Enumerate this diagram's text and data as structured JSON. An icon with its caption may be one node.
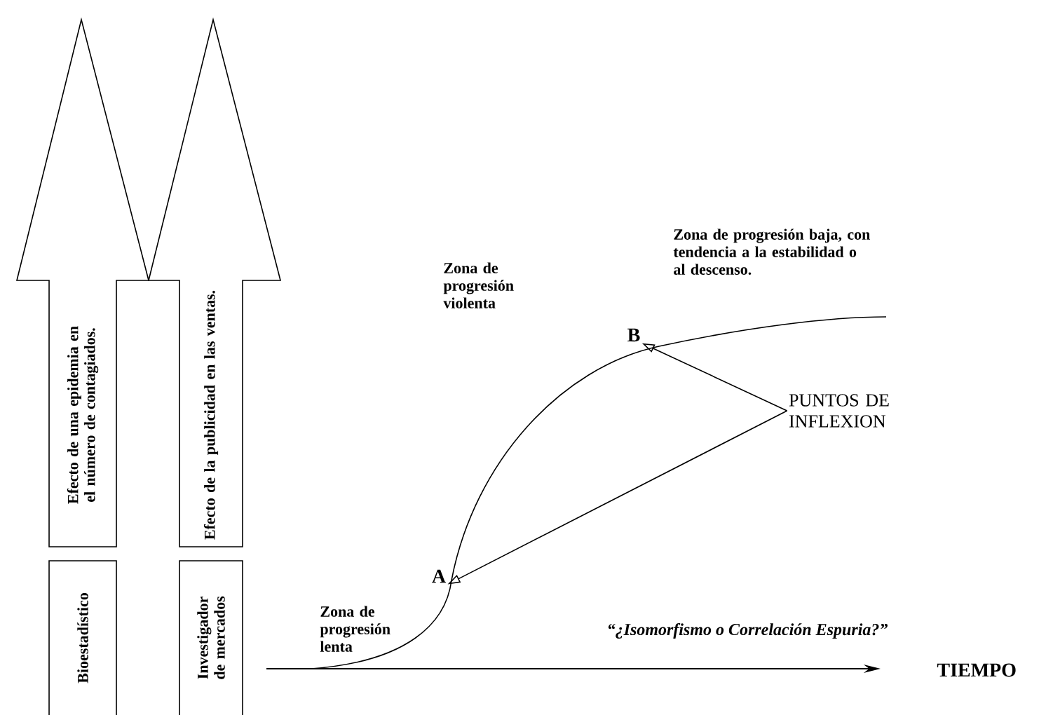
{
  "diagram": {
    "caption": "“¿Isomorfismo o Correlación Espuria?”",
    "nodes": [
      {
        "text": [
          "Efecto de una epidemia en el número de contagiados."
        ]
      },
      {
        "text": [
          "Efecto de la publicidad en las ventas."
        ]
      },
      {
        "text": [
          "Bioestadístico"
        ]
      },
      {
        "text": [
          "Investigador de mercados"
        ]
      },
      {
        "text": [
          "PUNTOS DE INFLEXION"
        ]
      },
      {
        "text": [
          "A"
        ]
      },
      {
        "text": [
          "B"
        ]
      }
    ],
    "edges": [
      {
        "from": 4,
        "to": 5,
        "arrow": "to"
      },
      {
        "from": 4,
        "to": 6,
        "arrow": "to"
      }
    ],
    "labels": [
      "Zona de progresión baja, con tendencia a la estabilidad o al descenso.",
      "Zona de progresión violenta",
      "Zona de progresión lenta",
      "TIEMPO"
    ]
  }
}
